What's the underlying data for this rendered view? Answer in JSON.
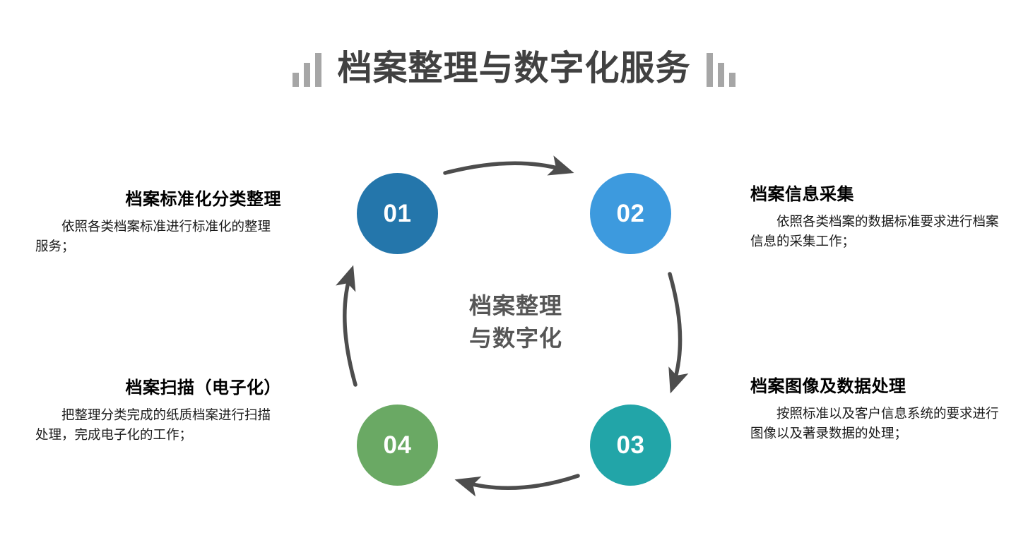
{
  "title": {
    "text": "档案整理与数字化服务",
    "left_mark": "bar-chart-ascending-icon",
    "right_mark": "bar-chart-descending-icon",
    "color": "#414141"
  },
  "center": {
    "line1": "档案整理",
    "line2": "与数字化",
    "color": "#565656"
  },
  "flow": {
    "direction": "clockwise",
    "arrow_color": "#4d4d4d",
    "arrows": [
      {
        "name": "arrow-top-right",
        "from": "01",
        "to": "02",
        "points": "right"
      },
      {
        "name": "arrow-right-down",
        "from": "02",
        "to": "03",
        "points": "down"
      },
      {
        "name": "arrow-bottom-left",
        "from": "03",
        "to": "04",
        "points": "left"
      },
      {
        "name": "arrow-left-up",
        "from": "04",
        "to": "01",
        "points": "up"
      }
    ]
  },
  "steps": [
    {
      "number": "01",
      "color": "#2476ab",
      "side": "left",
      "heading": "档案标准化分类整理",
      "body": "依照各类档案标准进行标准化的整理服务；"
    },
    {
      "number": "02",
      "color": "#3d9ade",
      "side": "right",
      "heading": "档案信息采集",
      "body": "依照各类档案的数据标准要求进行档案信息的采集工作；"
    },
    {
      "number": "03",
      "color": "#22a5a8",
      "side": "right",
      "heading": "档案图像及数据处理",
      "body": "按照标准以及客户信息系统的要求进行图像以及著录数据的处理；"
    },
    {
      "number": "04",
      "color": "#6aa964",
      "side": "left",
      "heading": "档案扫描（电子化）",
      "body": "把整理分类完成的纸质档案进行扫描处理，完成电子化的工作；"
    }
  ]
}
